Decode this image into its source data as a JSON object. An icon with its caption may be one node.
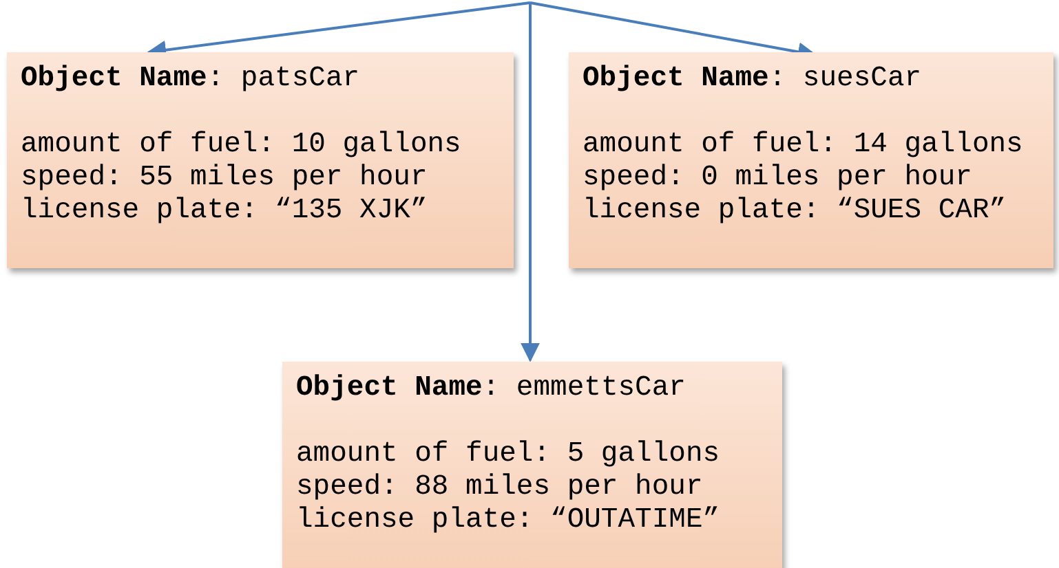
{
  "diagram": {
    "nodes": [
      {
        "text": [
          "**Object Name**: patsCar",
          "amount of fuel: 10 gallons",
          "speed: 55 miles per hour",
          "license plate: “135 XJK”"
        ]
      },
      {
        "text": [
          "**Object Name**: suesCar",
          "amount of fuel: 14 gallons",
          "speed: 0 miles per hour",
          "license plate: “SUES CAR”"
        ]
      },
      {
        "text": [
          "**Object Name**: emmettsCar",
          "amount of fuel: 5 gallons",
          "speed: 88 miles per hour",
          "license plate: “OUTATIME”"
        ]
      }
    ],
    "edges": [
      {
        "from": null,
        "to": 0,
        "arrow": "to"
      },
      {
        "from": null,
        "to": 1,
        "arrow": "to"
      },
      {
        "from": null,
        "to": 2,
        "arrow": "to"
      }
    ]
  }
}
